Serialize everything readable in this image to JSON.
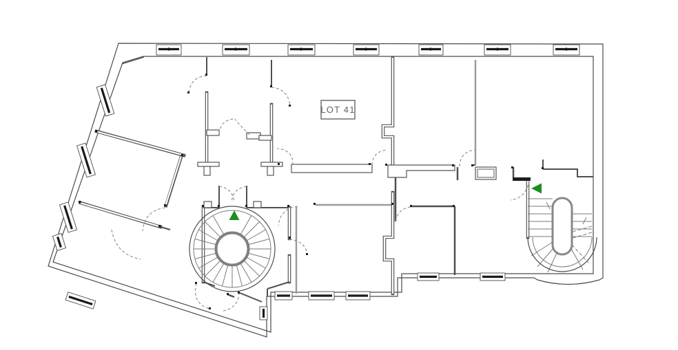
{
  "plan": {
    "lot_label": "LOT 41",
    "colors": {
      "marker": "#1e8e22",
      "walls": "#4a4a4a",
      "light_walls": "#9a9a9a",
      "glass": "#1a1a1a",
      "background": "#ffffff",
      "label_text": "#5f6368"
    },
    "markers": [
      {
        "id": "up-marker",
        "shape": "triangle-up"
      },
      {
        "id": "left-marker",
        "shape": "triangle-left"
      }
    ]
  }
}
